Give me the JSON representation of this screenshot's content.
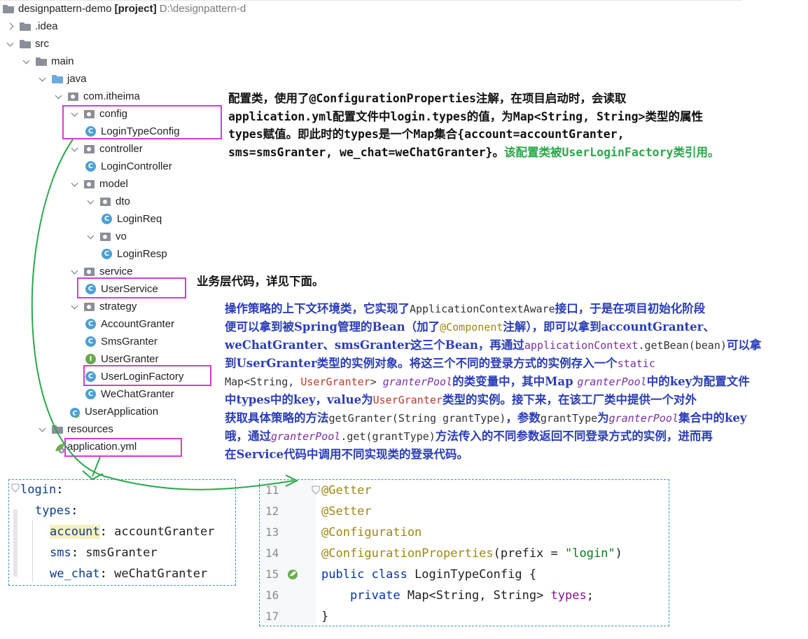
{
  "tree": {
    "root_name": "designpattern-demo",
    "root_tag": "[project]",
    "root_path": "D:\\designpattern-d",
    "items": [
      {
        "label": "designpattern-demo",
        "type": "root",
        "depth": 0
      },
      {
        "label": ".idea",
        "type": "folder",
        "depth": 0,
        "expanded": false
      },
      {
        "label": "src",
        "type": "folder",
        "depth": 0,
        "expanded": true
      },
      {
        "label": "main",
        "type": "folder",
        "depth": 1,
        "expanded": true
      },
      {
        "label": "java",
        "type": "folder-blue",
        "depth": 2,
        "expanded": true
      },
      {
        "label": "com.itheima",
        "type": "package",
        "depth": 3,
        "expanded": true
      },
      {
        "label": "config",
        "type": "package",
        "depth": 4,
        "expanded": true
      },
      {
        "label": "LoginTypeConfig",
        "type": "class",
        "depth": 5
      },
      {
        "label": "controller",
        "type": "package",
        "depth": 4,
        "expanded": true
      },
      {
        "label": "LoginController",
        "type": "class",
        "depth": 5
      },
      {
        "label": "model",
        "type": "package",
        "depth": 4,
        "expanded": true
      },
      {
        "label": "dto",
        "type": "package",
        "depth": 5,
        "expanded": true
      },
      {
        "label": "LoginReq",
        "type": "class",
        "depth": 6
      },
      {
        "label": "vo",
        "type": "package",
        "depth": 5,
        "expanded": true
      },
      {
        "label": "LoginResp",
        "type": "class",
        "depth": 6
      },
      {
        "label": "service",
        "type": "package",
        "depth": 4,
        "expanded": true
      },
      {
        "label": "UserService",
        "type": "class",
        "depth": 5
      },
      {
        "label": "strategy",
        "type": "package",
        "depth": 4,
        "expanded": true
      },
      {
        "label": "AccountGranter",
        "type": "class",
        "depth": 5
      },
      {
        "label": "SmsGranter",
        "type": "class",
        "depth": 5
      },
      {
        "label": "UserGranter",
        "type": "interface",
        "depth": 5
      },
      {
        "label": "UserLoginFactory",
        "type": "class",
        "depth": 5
      },
      {
        "label": "WeChatGranter",
        "type": "class",
        "depth": 5
      },
      {
        "label": "UserApplication",
        "type": "app",
        "depth": 4
      },
      {
        "label": "resources",
        "type": "folder",
        "depth": 2,
        "expanded": true
      },
      {
        "label": "application.yml",
        "type": "yml",
        "depth": 3
      }
    ]
  },
  "notes": {
    "config_line1": "配置类，使用了@ConfigurationProperties注解，在项目启动时，会读取",
    "config_line2": "application.yml配置文件中login.types的值，为Map<String, String>类型的属性",
    "config_line3": "types赋值。即此时的types是一个Map集合{account=accountGranter,",
    "config_line4a": "sms=smsGranter, we_chat=weChatGranter}。",
    "config_line4b": "该配置类被UserLoginFactory类引用。",
    "service_note": "业务层代码，详见下面。",
    "strategy": {
      "l1a": "操作策略的上下文环境类，它实现了",
      "l1b": "ApplicationContextAware",
      "l1c": "接口，于是在项目初始化阶段",
      "l2a": "便可以拿到被Spring管理的Bean（加了",
      "l2b": "@Component",
      "l2c": "注解），即可以拿到accountGranter、",
      "l3a": "weChatGranter、smsGranter这三个Bean，再通过",
      "l3b": "applicationContext",
      "l3c": ".getBean(bean)",
      "l3d": "可以拿",
      "l4a": "到UserGranter类型的实例对象。将这三个不同的登录方式的实例存入一个",
      "l4b": "static",
      "l5a": "Map<String, ",
      "l5b": "UserGranter",
      "l5c": "> ",
      "l5d": "granterPool",
      "l5e": "的类变量中，其中Map ",
      "l5f": "granterPool",
      "l5g": "中的key为配置文件",
      "l6a": "中types中的key，value为",
      "l6b": "UserGranter",
      "l6c": "类型的实例。接下来，在该工厂类中提供一个对外",
      "l7a": "获取具体策略的方法",
      "l7b": "getGranter(String grantType)",
      "l7c": "，参数",
      "l7d": "grantType",
      "l7e": "为",
      "l7f": "granterPool",
      "l7g": "集合中的key",
      "l8a": "哦，通过",
      "l8b": "granterPool",
      "l8c": ".get(grantType)",
      "l8d": "方法传入的不同参数返回不同登录方式的实例，进而再",
      "l9": "在Service代码中调用不同实现类的登录代码。"
    }
  },
  "yaml": {
    "l1_key": "login",
    "l2_key": "types",
    "l3_key": "account",
    "l3_val": "accountGranter",
    "l4_key": "sms",
    "l4_val": "smsGranter",
    "l5_key": "we_chat",
    "l5_val": "weChatGranter"
  },
  "code": {
    "lines": [
      {
        "num": "11",
        "parts": [
          [
            "ann",
            "@Getter"
          ]
        ]
      },
      {
        "num": "12",
        "parts": [
          [
            "ann",
            "@Setter"
          ]
        ]
      },
      {
        "num": "13",
        "parts": [
          [
            "ann",
            "@Configuration"
          ]
        ]
      },
      {
        "num": "14",
        "parts": [
          [
            "ann",
            "@ConfigurationProperties"
          ],
          [
            "plain",
            "(prefix = "
          ],
          [
            "str",
            "\"login\""
          ],
          [
            "plain",
            ")"
          ]
        ]
      },
      {
        "num": "15",
        "parts": [
          [
            "kw",
            "public class "
          ],
          [
            "plain",
            "LoginTypeConfig {"
          ]
        ]
      },
      {
        "num": "16",
        "parts": [
          [
            "plain",
            "    "
          ],
          [
            "kw",
            "private "
          ],
          [
            "plain",
            "Map<String, String> "
          ],
          [
            "fld",
            "types"
          ],
          [
            "plain",
            ";"
          ]
        ]
      },
      {
        "num": "17",
        "parts": [
          [
            "plain",
            "}"
          ]
        ]
      }
    ]
  },
  "colors": {
    "highlight": "#d63cd6",
    "arrow": "#2aa84a",
    "dashed": "#3d8fc9"
  }
}
